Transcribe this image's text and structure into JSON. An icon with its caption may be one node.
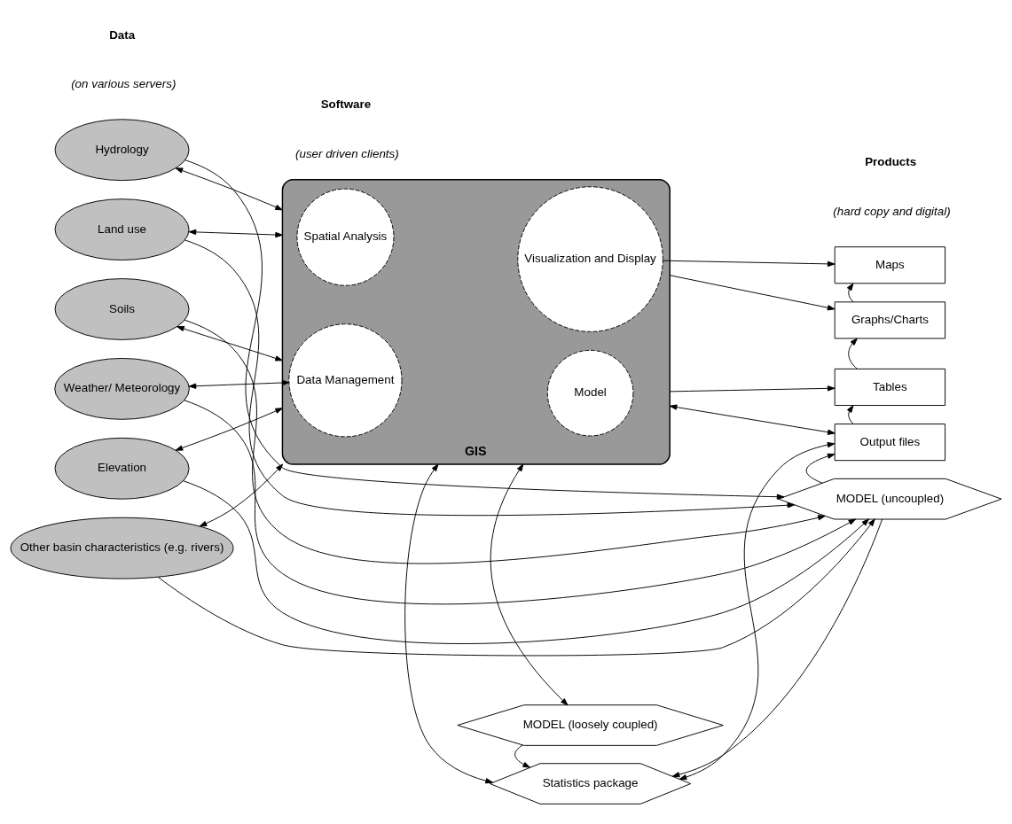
{
  "diagram": {
    "nodes": [
      {
        "text": [
          "GIS"
        ]
      },
      {
        "text": [
          "Spatial Analysis"
        ],
        "in": 0
      },
      {
        "text": [
          "Visualization and Display"
        ],
        "in": 0
      },
      {
        "text": [
          "Data Management"
        ],
        "in": 0
      },
      {
        "text": [
          "Model"
        ],
        "in": 0
      },
      {
        "text": [
          "Hydrology"
        ]
      },
      {
        "text": [
          "Land use"
        ]
      },
      {
        "text": [
          "Soils"
        ]
      },
      {
        "text": [
          "Weather/ Meteorology"
        ]
      },
      {
        "text": [
          "Elevation"
        ]
      },
      {
        "text": [
          "Other basin characteristics (e.g. rivers)"
        ]
      },
      {
        "text": [
          "Maps"
        ]
      },
      {
        "text": [
          "Graphs/Charts"
        ]
      },
      {
        "text": [
          "Tables"
        ]
      },
      {
        "text": [
          "Output files"
        ]
      },
      {
        "text": [
          "MODEL (loosely coupled)"
        ]
      },
      {
        "text": [
          "Statistics package"
        ]
      },
      {
        "text": [
          "MODEL (uncoupled)"
        ]
      }
    ],
    "edges": [
      {
        "from": 5,
        "to": 0,
        "arrow": "both"
      },
      {
        "from": 6,
        "to": 0,
        "arrow": "both"
      },
      {
        "from": 7,
        "to": 0,
        "arrow": "both"
      },
      {
        "from": 8,
        "to": 3,
        "arrow": "both"
      },
      {
        "from": 9,
        "to": 0,
        "arrow": "both"
      },
      {
        "from": 10,
        "to": 0,
        "arrow": "both"
      },
      {
        "from": 2,
        "to": 11,
        "arrow": "to"
      },
      {
        "from": 0,
        "to": 12,
        "arrow": "to"
      },
      {
        "from": 0,
        "to": 13,
        "arrow": "to"
      },
      {
        "from": 12,
        "to": 11,
        "arrow": "to"
      },
      {
        "from": 13,
        "to": 12,
        "arrow": "to"
      },
      {
        "from": 14,
        "to": 13,
        "arrow": "to"
      },
      {
        "from": 17,
        "to": 14,
        "arrow": "to"
      },
      {
        "from": 0,
        "to": 15,
        "arrow": "both"
      },
      {
        "from": 0,
        "to": 14,
        "arrow": "both"
      },
      {
        "from": 0,
        "to": 16,
        "arrow": "both"
      },
      {
        "from": 16,
        "to": 14,
        "arrow": "both"
      },
      {
        "from": 15,
        "to": 16,
        "arrow": "to"
      },
      {
        "from": 17,
        "to": 16,
        "arrow": "to"
      },
      {
        "from": 5,
        "to": 17,
        "arrow": "to"
      },
      {
        "from": 6,
        "to": 17,
        "arrow": "to"
      },
      {
        "from": 7,
        "to": 17,
        "arrow": "to"
      },
      {
        "from": 8,
        "to": 17,
        "arrow": "to"
      },
      {
        "from": 9,
        "to": 17,
        "arrow": "to"
      },
      {
        "from": 10,
        "to": 17,
        "arrow": "to"
      }
    ],
    "labels": [
      "Data",
      "Software",
      "Products",
      "(on various servers)",
      "(user driven clients)",
      "(hard copy and digital)"
    ]
  }
}
